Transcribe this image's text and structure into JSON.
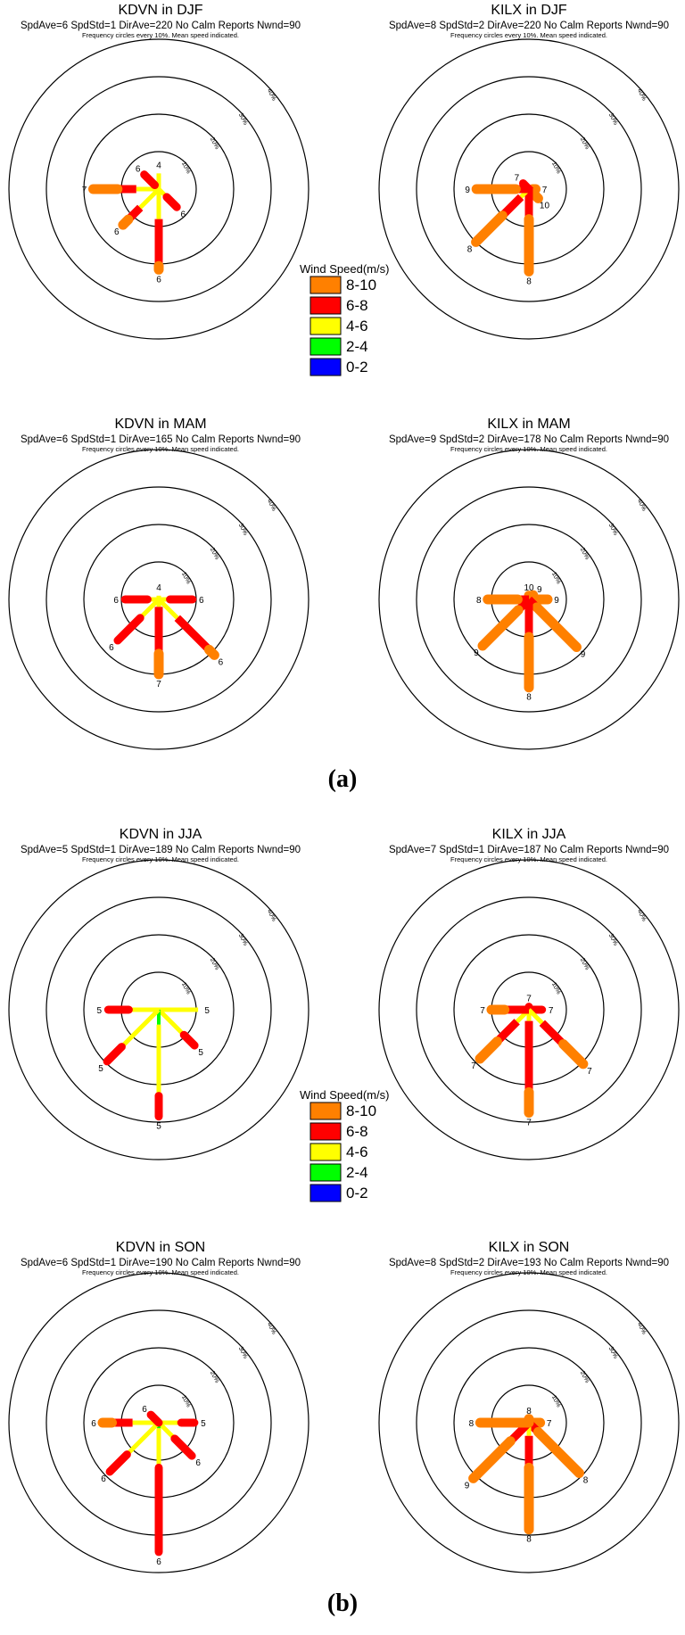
{
  "figure": {
    "label_a": "(a)",
    "label_b": "(b)"
  },
  "colors": {
    "8-10": "#ff8000",
    "6-8": "#ff0000",
    "4-6": "#ffff00",
    "2-4": "#00ff00",
    "0-2": "#0000ff"
  },
  "legend": {
    "title": "Wind Speed(m/s)",
    "bins": [
      "8-10",
      "6-8",
      "4-6",
      "2-4",
      "0-2"
    ]
  },
  "chart_data": [
    {
      "type": "wind-rose",
      "title": "KDVN in DJF",
      "stats": "SpdAve=6  SpdStd=1  DirAve=220    No Calm Reports   Nwnd=90",
      "note": "Frequency circles every 10%. Mean speed indicated.",
      "ring_labels": [
        "10%",
        "20%",
        "30%",
        "40%"
      ],
      "spokes": [
        {
          "dir": 0,
          "freq": 4.2,
          "speed": "4",
          "segments": [
            {
              "bin": "4-6",
              "to": 4.2
            }
          ]
        },
        {
          "dir": 135,
          "freq": 6.8,
          "speed": "6",
          "segments": [
            {
              "bin": "4-6",
              "to": 3.0
            },
            {
              "bin": "6-8",
              "to": 6.8
            }
          ]
        },
        {
          "dir": 180,
          "freq": 21.5,
          "speed": "6",
          "segments": [
            {
              "bin": "4-6",
              "to": 8.0
            },
            {
              "bin": "6-8",
              "to": 20.5
            },
            {
              "bin": "8-10",
              "to": 21.5
            }
          ]
        },
        {
          "dir": 225,
          "freq": 13.5,
          "speed": "6",
          "segments": [
            {
              "bin": "4-6",
              "to": 7.0
            },
            {
              "bin": "6-8",
              "to": 11.5
            },
            {
              "bin": "8-10",
              "to": 13.5
            }
          ]
        },
        {
          "dir": 270,
          "freq": 17.5,
          "speed": "7",
          "segments": [
            {
              "bin": "4-6",
              "to": 6.0
            },
            {
              "bin": "6-8",
              "to": 11.0
            },
            {
              "bin": "8-10",
              "to": 17.5
            }
          ]
        },
        {
          "dir": 315,
          "freq": 5.5,
          "speed": "6",
          "segments": [
            {
              "bin": "4-6",
              "to": 1.5
            },
            {
              "bin": "6-8",
              "to": 5.5
            }
          ]
        }
      ]
    },
    {
      "type": "wind-rose",
      "title": "KILX in DJF",
      "stats": "SpdAve=8  SpdStd=2  DirAve=220    No Calm Reports   Nwnd=90",
      "note": "Frequency circles every 10%. Mean speed indicated.",
      "ring_labels": [
        "10%",
        "20%",
        "30%",
        "40%"
      ],
      "spokes": [
        {
          "dir": 90,
          "freq": 1.8,
          "speed": "7",
          "segments": [
            {
              "bin": "6-8",
              "to": 1.0
            },
            {
              "bin": "8-10",
              "to": 1.8
            }
          ]
        },
        {
          "dir": 135,
          "freq": 3.5,
          "speed": "10",
          "segments": [
            {
              "bin": "6-8",
              "to": 1.5
            },
            {
              "bin": "8-10",
              "to": 3.5
            }
          ]
        },
        {
          "dir": 180,
          "freq": 22.0,
          "speed": "8",
          "segments": [
            {
              "bin": "6-8",
              "to": 8.0
            },
            {
              "bin": "8-10",
              "to": 22.0
            }
          ]
        },
        {
          "dir": 225,
          "freq": 20.0,
          "speed": "8",
          "segments": [
            {
              "bin": "4-6",
              "to": 3.0
            },
            {
              "bin": "6-8",
              "to": 10.0
            },
            {
              "bin": "8-10",
              "to": 20.0
            }
          ]
        },
        {
          "dir": 270,
          "freq": 14.0,
          "speed": "9",
          "segments": [
            {
              "bin": "6-8",
              "to": 3.5
            },
            {
              "bin": "8-10",
              "to": 14.0
            }
          ]
        },
        {
          "dir": 315,
          "freq": 2.2,
          "speed": "7",
          "segments": [
            {
              "bin": "6-8",
              "to": 2.2
            }
          ]
        }
      ]
    },
    {
      "type": "wind-rose",
      "title": "KDVN in MAM",
      "stats": "SpdAve=6  SpdStd=1  DirAve=165    No Calm Reports   Nwnd=90",
      "note": "Frequency circles every 10%. Mean speed indicated.",
      "ring_labels": [
        "10%",
        "20%",
        "30%",
        "40%"
      ],
      "spokes": [
        {
          "dir": 0,
          "freq": 1.0,
          "speed": "4",
          "segments": [
            {
              "bin": "4-6",
              "to": 1.0
            }
          ]
        },
        {
          "dir": 90,
          "freq": 9.0,
          "speed": "6",
          "segments": [
            {
              "bin": "4-6",
              "to": 3.0
            },
            {
              "bin": "6-8",
              "to": 9.0
            }
          ]
        },
        {
          "dir": 135,
          "freq": 21.0,
          "speed": "6",
          "segments": [
            {
              "bin": "4-6",
              "to": 7.0
            },
            {
              "bin": "6-8",
              "to": 19.0
            },
            {
              "bin": "8-10",
              "to": 21.0
            }
          ]
        },
        {
          "dir": 180,
          "freq": 20.0,
          "speed": "7",
          "segments": [
            {
              "bin": "4-6",
              "to": 2.0
            },
            {
              "bin": "6-8",
              "to": 14.5
            },
            {
              "bin": "8-10",
              "to": 20.0
            }
          ]
        },
        {
          "dir": 225,
          "freq": 15.5,
          "speed": "6",
          "segments": [
            {
              "bin": "4-6",
              "to": 7.0
            },
            {
              "bin": "6-8",
              "to": 15.5
            }
          ]
        },
        {
          "dir": 270,
          "freq": 9.0,
          "speed": "6",
          "segments": [
            {
              "bin": "4-6",
              "to": 3.0
            },
            {
              "bin": "6-8",
              "to": 9.0
            }
          ]
        }
      ]
    },
    {
      "type": "wind-rose",
      "title": "KILX in MAM",
      "stats": "SpdAve=9  SpdStd=2  DirAve=178    No Calm Reports   Nwnd=90",
      "note": "Frequency circles every 10%. Mean speed indicated.",
      "ring_labels": [
        "10%",
        "20%",
        "30%",
        "40%"
      ],
      "spokes": [
        {
          "dir": 0,
          "freq": 1.0,
          "speed": "10",
          "segments": [
            {
              "bin": "8-10",
              "to": 1.0
            }
          ]
        },
        {
          "dir": 45,
          "freq": 1.6,
          "speed": "9",
          "segments": [
            {
              "bin": "8-10",
              "to": 1.6
            }
          ]
        },
        {
          "dir": 90,
          "freq": 5.0,
          "speed": "9",
          "segments": [
            {
              "bin": "8-10",
              "to": 5.0
            }
          ]
        },
        {
          "dir": 135,
          "freq": 18.0,
          "speed": "9",
          "segments": [
            {
              "bin": "6-8",
              "to": 3.0
            },
            {
              "bin": "8-10",
              "to": 18.0
            }
          ]
        },
        {
          "dir": 180,
          "freq": 23.5,
          "speed": "8",
          "segments": [
            {
              "bin": "6-8",
              "to": 10.0
            },
            {
              "bin": "8-10",
              "to": 23.5
            }
          ]
        },
        {
          "dir": 225,
          "freq": 17.5,
          "speed": "9",
          "segments": [
            {
              "bin": "6-8",
              "to": 4.0
            },
            {
              "bin": "8-10",
              "to": 17.5
            }
          ]
        },
        {
          "dir": 270,
          "freq": 11.0,
          "speed": "8",
          "segments": [
            {
              "bin": "6-8",
              "to": 3.0
            },
            {
              "bin": "8-10",
              "to": 11.0
            }
          ]
        }
      ]
    },
    {
      "type": "wind-rose",
      "title": "KDVN in JJA",
      "stats": "SpdAve=5  SpdStd=1  DirAve=189    No Calm Reports   Nwnd=90",
      "note": "Frequency circles every 10%. Mean speed indicated.",
      "ring_labels": [
        "10%",
        "20%",
        "30%",
        "40%"
      ],
      "spokes": [
        {
          "dir": 90,
          "freq": 10.5,
          "speed": "5",
          "segments": [
            {
              "bin": "4-6",
              "to": 10.5
            }
          ]
        },
        {
          "dir": 135,
          "freq": 13.5,
          "speed": "5",
          "segments": [
            {
              "bin": "4-6",
              "to": 9.5
            },
            {
              "bin": "6-8",
              "to": 13.5
            }
          ]
        },
        {
          "dir": 180,
          "freq": 28.5,
          "speed": "5",
          "segments": [
            {
              "bin": "2-4",
              "to": 4.0
            },
            {
              "bin": "4-6",
              "to": 23.0
            },
            {
              "bin": "6-8",
              "to": 28.5
            }
          ]
        },
        {
          "dir": 225,
          "freq": 19.5,
          "speed": "5",
          "segments": [
            {
              "bin": "4-6",
              "to": 14.0
            },
            {
              "bin": "6-8",
              "to": 19.5
            }
          ]
        },
        {
          "dir": 270,
          "freq": 13.5,
          "speed": "5",
          "segments": [
            {
              "bin": "4-6",
              "to": 8.0
            },
            {
              "bin": "6-8",
              "to": 13.5
            }
          ]
        }
      ]
    },
    {
      "type": "wind-rose",
      "title": "KILX in JJA",
      "stats": "SpdAve=7  SpdStd=1  DirAve=187    No Calm Reports   Nwnd=90",
      "note": "Frequency circles every 10%. Mean speed indicated.",
      "ring_labels": [
        "10%",
        "20%",
        "30%",
        "40%"
      ],
      "spokes": [
        {
          "dir": 0,
          "freq": 0.8,
          "speed": "7",
          "segments": [
            {
              "bin": "6-8",
              "to": 0.8
            }
          ]
        },
        {
          "dir": 90,
          "freq": 3.5,
          "speed": "7",
          "segments": [
            {
              "bin": "6-8",
              "to": 3.5
            }
          ]
        },
        {
          "dir": 135,
          "freq": 20.5,
          "speed": "7",
          "segments": [
            {
              "bin": "4-6",
              "to": 5.0
            },
            {
              "bin": "6-8",
              "to": 13.0
            },
            {
              "bin": "8-10",
              "to": 20.5
            }
          ]
        },
        {
          "dir": 180,
          "freq": 27.5,
          "speed": "7",
          "segments": [
            {
              "bin": "4-6",
              "to": 3.0
            },
            {
              "bin": "6-8",
              "to": 22.0
            },
            {
              "bin": "8-10",
              "to": 27.5
            }
          ]
        },
        {
          "dir": 225,
          "freq": 18.5,
          "speed": "7",
          "segments": [
            {
              "bin": "4-6",
              "to": 4.5
            },
            {
              "bin": "6-8",
              "to": 12.0
            },
            {
              "bin": "8-10",
              "to": 18.5
            }
          ]
        },
        {
          "dir": 270,
          "freq": 10.0,
          "speed": "7",
          "segments": [
            {
              "bin": "6-8",
              "to": 6.5
            },
            {
              "bin": "8-10",
              "to": 10.0
            }
          ]
        }
      ]
    },
    {
      "type": "wind-rose",
      "title": "KDVN in SON",
      "stats": "SpdAve=6  SpdStd=1  DirAve=190    No Calm Reports   Nwnd=90",
      "note": "Frequency circles every 10%. Mean speed indicated.",
      "ring_labels": [
        "10%",
        "20%",
        "30%",
        "40%"
      ],
      "spokes": [
        {
          "dir": 90,
          "freq": 9.5,
          "speed": "5",
          "segments": [
            {
              "bin": "4-6",
              "to": 6.0
            },
            {
              "bin": "6-8",
              "to": 9.5
            }
          ]
        },
        {
          "dir": 135,
          "freq": 12.5,
          "speed": "6",
          "segments": [
            {
              "bin": "4-6",
              "to": 6.0
            },
            {
              "bin": "6-8",
              "to": 12.5
            }
          ]
        },
        {
          "dir": 180,
          "freq": 34.5,
          "speed": "6",
          "segments": [
            {
              "bin": "2-4",
              "to": 1.5
            },
            {
              "bin": "4-6",
              "to": 12.0
            },
            {
              "bin": "6-8",
              "to": 34.5
            }
          ]
        },
        {
          "dir": 225,
          "freq": 18.5,
          "speed": "6",
          "segments": [
            {
              "bin": "4-6",
              "to": 12.0
            },
            {
              "bin": "6-8",
              "to": 18.5
            }
          ]
        },
        {
          "dir": 270,
          "freq": 15.0,
          "speed": "6",
          "segments": [
            {
              "bin": "4-6",
              "to": 7.0
            },
            {
              "bin": "6-8",
              "to": 12.5
            },
            {
              "bin": "8-10",
              "to": 15.0
            }
          ]
        },
        {
          "dir": 315,
          "freq": 3.0,
          "speed": "6",
          "segments": [
            {
              "bin": "6-8",
              "to": 3.0
            }
          ]
        }
      ]
    },
    {
      "type": "wind-rose",
      "title": "KILX in SON",
      "stats": "SpdAve=8  SpdStd=2  DirAve=193    No Calm Reports   Nwnd=90",
      "note": "Frequency circles every 10%. Mean speed indicated.",
      "ring_labels": [
        "10%",
        "20%",
        "30%",
        "40%"
      ],
      "spokes": [
        {
          "dir": 0,
          "freq": 1.0,
          "speed": "8",
          "segments": [
            {
              "bin": "8-10",
              "to": 1.0
            }
          ]
        },
        {
          "dir": 90,
          "freq": 3.0,
          "speed": "7",
          "segments": [
            {
              "bin": "8-10",
              "to": 3.0
            }
          ]
        },
        {
          "dir": 135,
          "freq": 19.0,
          "speed": "8",
          "segments": [
            {
              "bin": "6-8",
              "to": 3.5
            },
            {
              "bin": "8-10",
              "to": 19.0
            }
          ]
        },
        {
          "dir": 180,
          "freq": 28.5,
          "speed": "8",
          "segments": [
            {
              "bin": "4-6",
              "to": 3.5
            },
            {
              "bin": "6-8",
              "to": 12.0
            },
            {
              "bin": "8-10",
              "to": 28.5
            }
          ]
        },
        {
          "dir": 225,
          "freq": 21.0,
          "speed": "9",
          "segments": [
            {
              "bin": "6-8",
              "to": 7.0
            },
            {
              "bin": "8-10",
              "to": 21.0
            }
          ]
        },
        {
          "dir": 270,
          "freq": 13.0,
          "speed": "8",
          "segments": [
            {
              "bin": "8-10",
              "to": 13.0
            }
          ]
        }
      ]
    }
  ]
}
